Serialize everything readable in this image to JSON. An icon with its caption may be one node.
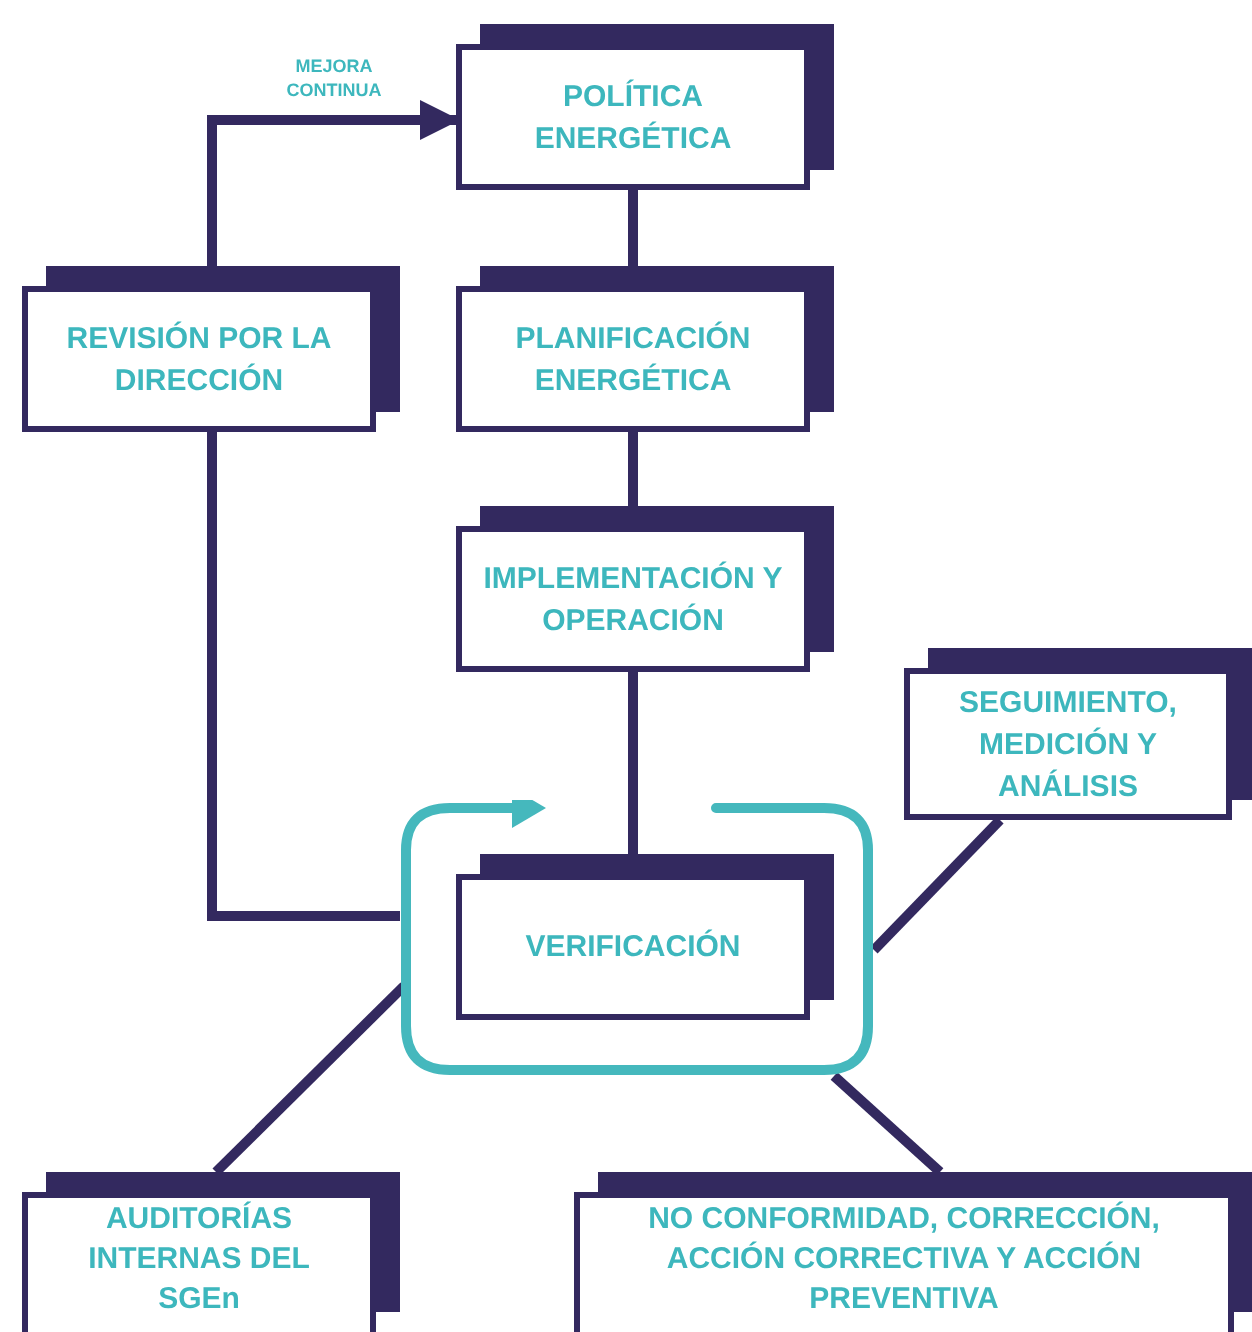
{
  "diagram": {
    "nodes": [
      {
        "text": [
          "POLÍTICA ENERGÉTICA"
        ]
      },
      {
        "text": [
          "REVISIÓN POR LA DIRECCIÓN"
        ]
      },
      {
        "text": [
          "PLANIFICACIÓN ENERGÉTICA"
        ]
      },
      {
        "text": [
          "IMPLEMENTACIÓN Y OPERACIÓN"
        ]
      },
      {
        "text": [
          "SEGUIMIENTO, MEDICIÓN Y ANÁLISIS"
        ]
      },
      {
        "text": [],
        "shape": "box"
      },
      {
        "text": [
          "VERIFICACIÓN"
        ],
        "in": 5
      },
      {
        "text": [
          "AUDITORÍAS INTERNAS DEL SGEn"
        ]
      },
      {
        "text": [
          "NO CONFORMIDAD, CORRECCIÓN, ACCIÓN CORRECTIVA Y ACCIÓN PREVENTIVA"
        ]
      }
    ],
    "edges": [
      {
        "from": 0,
        "to": 2,
        "arrow": "none"
      },
      {
        "from": 2,
        "to": 3,
        "arrow": "none"
      },
      {
        "from": 3,
        "to": 6,
        "arrow": "none"
      },
      {
        "from": 1,
        "to": 0,
        "arrow": "to",
        "label": "MEJORA CONTINUA"
      },
      {
        "from": 1,
        "to": 5,
        "arrow": "none"
      },
      {
        "from": 4,
        "to": 5,
        "arrow": "none"
      },
      {
        "from": 7,
        "to": 5,
        "arrow": "none"
      },
      {
        "from": 8,
        "to": 5,
        "arrow": "none"
      }
    ]
  }
}
